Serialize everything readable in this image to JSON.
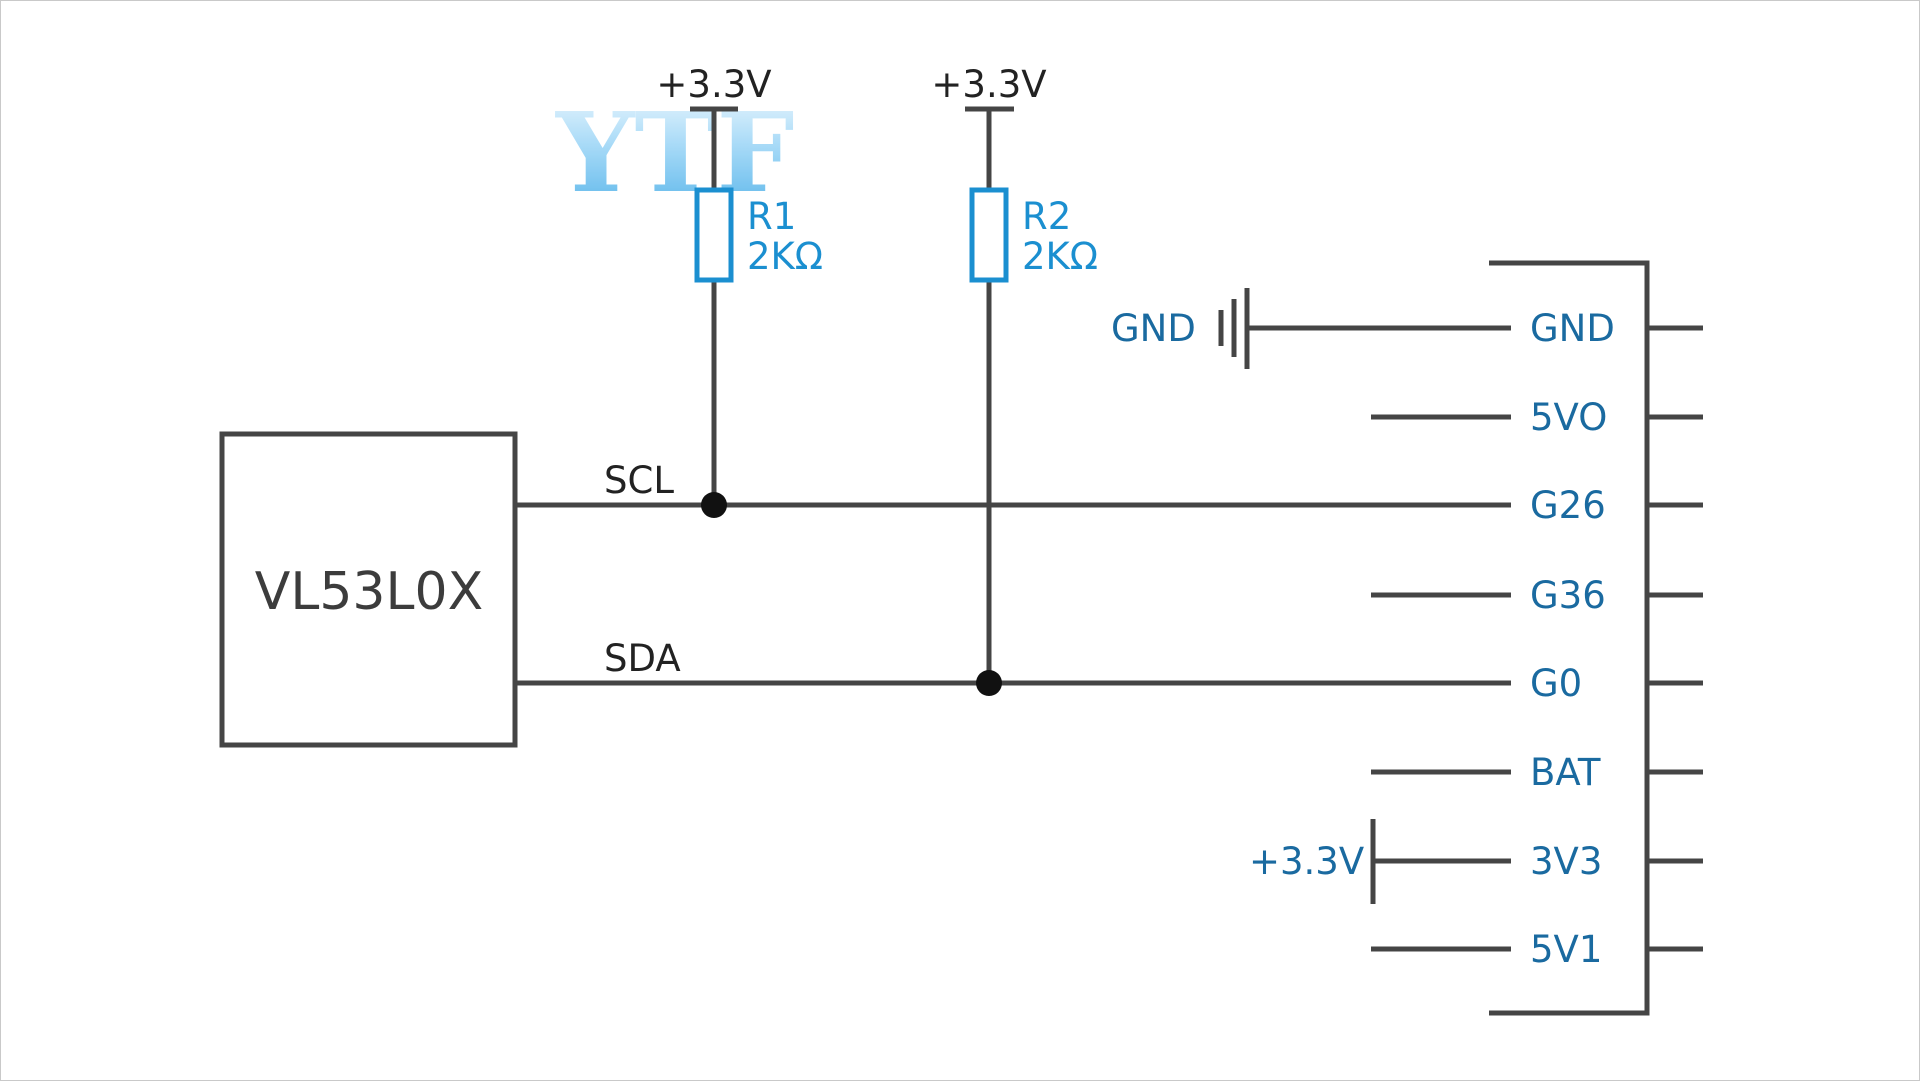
{
  "chip": {
    "label": "VL53L0X"
  },
  "signals": {
    "scl": "SCL",
    "sda": "SDA"
  },
  "supply": {
    "r1_top": "+3.3V",
    "r2_top": "+3.3V",
    "pin_3v3": "+3.3V"
  },
  "resistors": [
    {
      "ref": "R1",
      "value": "2KΩ"
    },
    {
      "ref": "R2",
      "value": "2KΩ"
    }
  ],
  "ground": {
    "label": "GND"
  },
  "header_pins": [
    "GND",
    "5VO",
    "G26",
    "G36",
    "G0",
    "BAT",
    "3V3",
    "5V1"
  ],
  "watermark": "YTF",
  "colors": {
    "wire": "#454545",
    "pin_label": "#1a6aa0",
    "resistor": "#1b8fd0",
    "text": "#222222"
  }
}
